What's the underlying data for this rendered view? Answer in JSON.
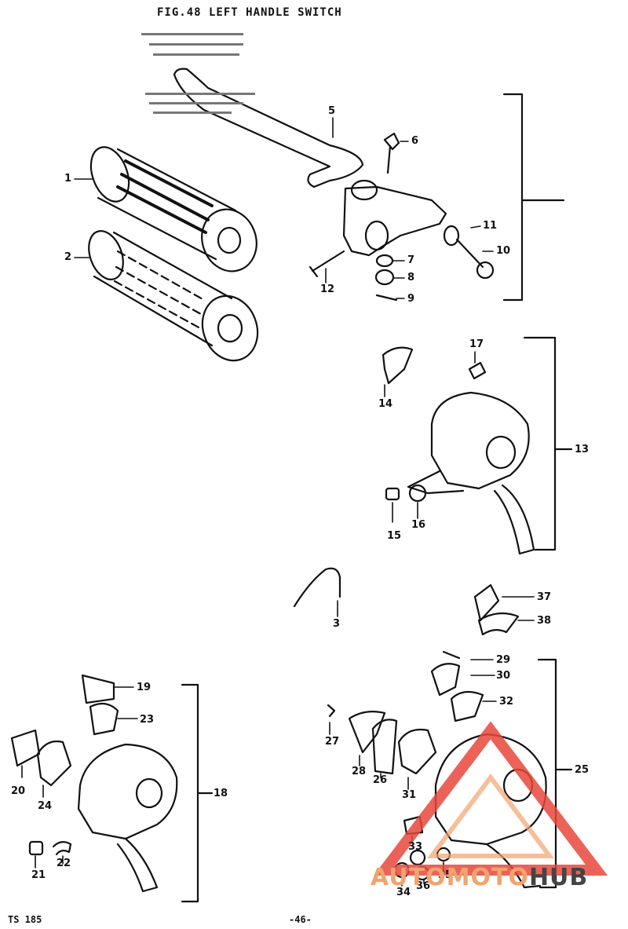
{
  "title": "FIG.48  LEFT HANDLE SWITCH",
  "footer": {
    "left": "TS 185",
    "center": "-46-"
  },
  "watermark": {
    "text_colored": "AUTOMOTO",
    "text_dark": "HUB",
    "accent": "#e8473c",
    "accent_light": "#f2a36e",
    "dark": "#444444"
  },
  "labels": [
    "1",
    "2",
    "3",
    "5",
    "6",
    "7",
    "8",
    "9",
    "10",
    "11",
    "12",
    "13",
    "14",
    "15",
    "16",
    "17",
    "18",
    "19",
    "20",
    "21",
    "22",
    "23",
    "24",
    "25",
    "26",
    "27",
    "28",
    "29",
    "30",
    "31",
    "32",
    "33",
    "34",
    "35",
    "36",
    "37",
    "38"
  ]
}
